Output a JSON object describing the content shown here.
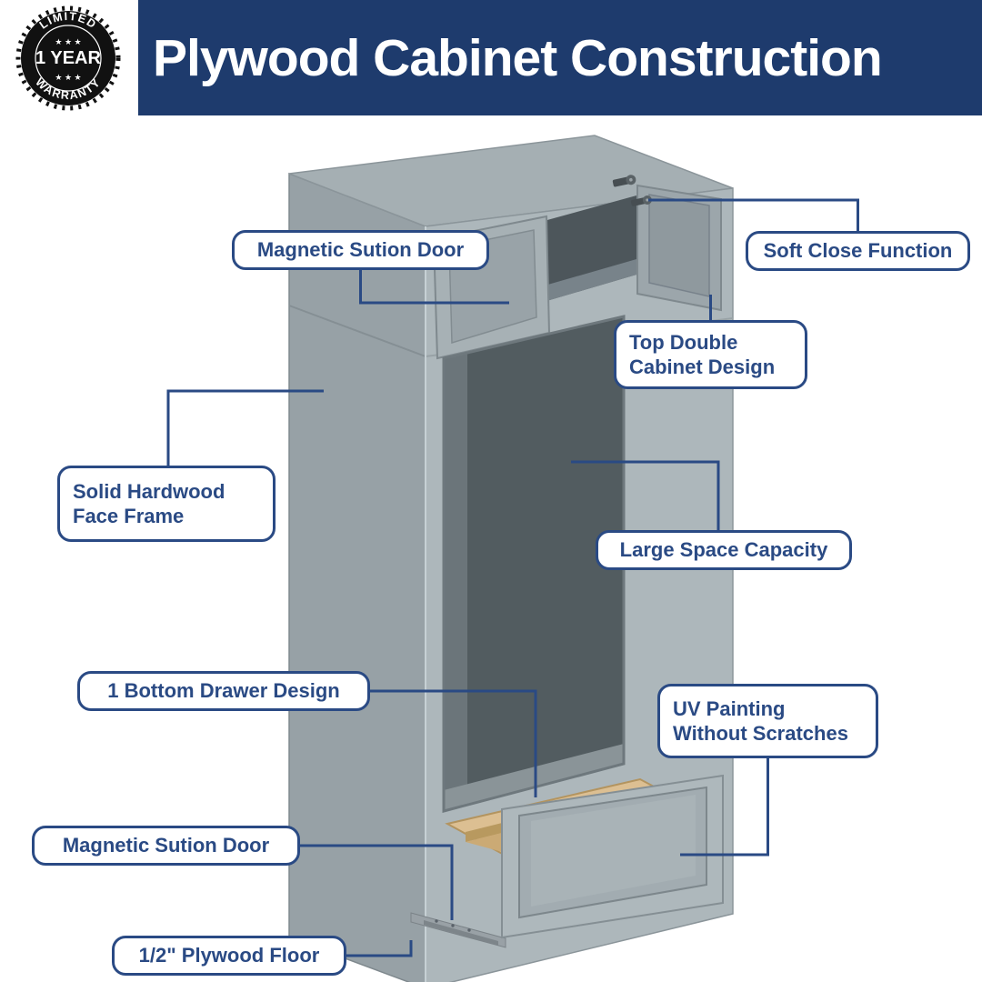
{
  "header": {
    "title": "Plywood Cabinet Construction"
  },
  "badge": {
    "top": "LIMITED",
    "center": "1 YEAR",
    "bottom": "WARRANTY",
    "stars_top": "★ ★ ★",
    "stars_bottom": "★ ★ ★"
  },
  "colors": {
    "header_bg": "#1e3b6d",
    "callout_navy": "#2a4a84",
    "cabinet_front": "#adb7bb",
    "cabinet_side": "#97a1a6",
    "interior_dark": "#525c60",
    "wood": "#dcbf92",
    "badge_bg": "#111111"
  },
  "callouts": [
    {
      "id": "magnetic-suction-door-top",
      "lines": [
        "Magnetic Sution Door"
      ]
    },
    {
      "id": "soft-close-function",
      "lines": [
        "Soft Close Function"
      ]
    },
    {
      "id": "top-double-cabinet-design",
      "lines": [
        "Top Double",
        "Cabinet Design"
      ]
    },
    {
      "id": "solid-hardwood-face-frame",
      "lines": [
        "Solid Hardwood",
        "Face Frame"
      ]
    },
    {
      "id": "large-space-capacity",
      "lines": [
        "Large Space Capacity"
      ]
    },
    {
      "id": "bottom-drawer-design",
      "lines": [
        "1 Bottom Drawer Design"
      ]
    },
    {
      "id": "uv-painting-without-scratches",
      "lines": [
        "UV Painting",
        "Without Scratches"
      ]
    },
    {
      "id": "magnetic-suction-door-bottom",
      "lines": [
        "Magnetic Sution Door"
      ]
    },
    {
      "id": "plywood-floor",
      "lines": [
        "1/2\" Plywood Floor"
      ]
    }
  ]
}
